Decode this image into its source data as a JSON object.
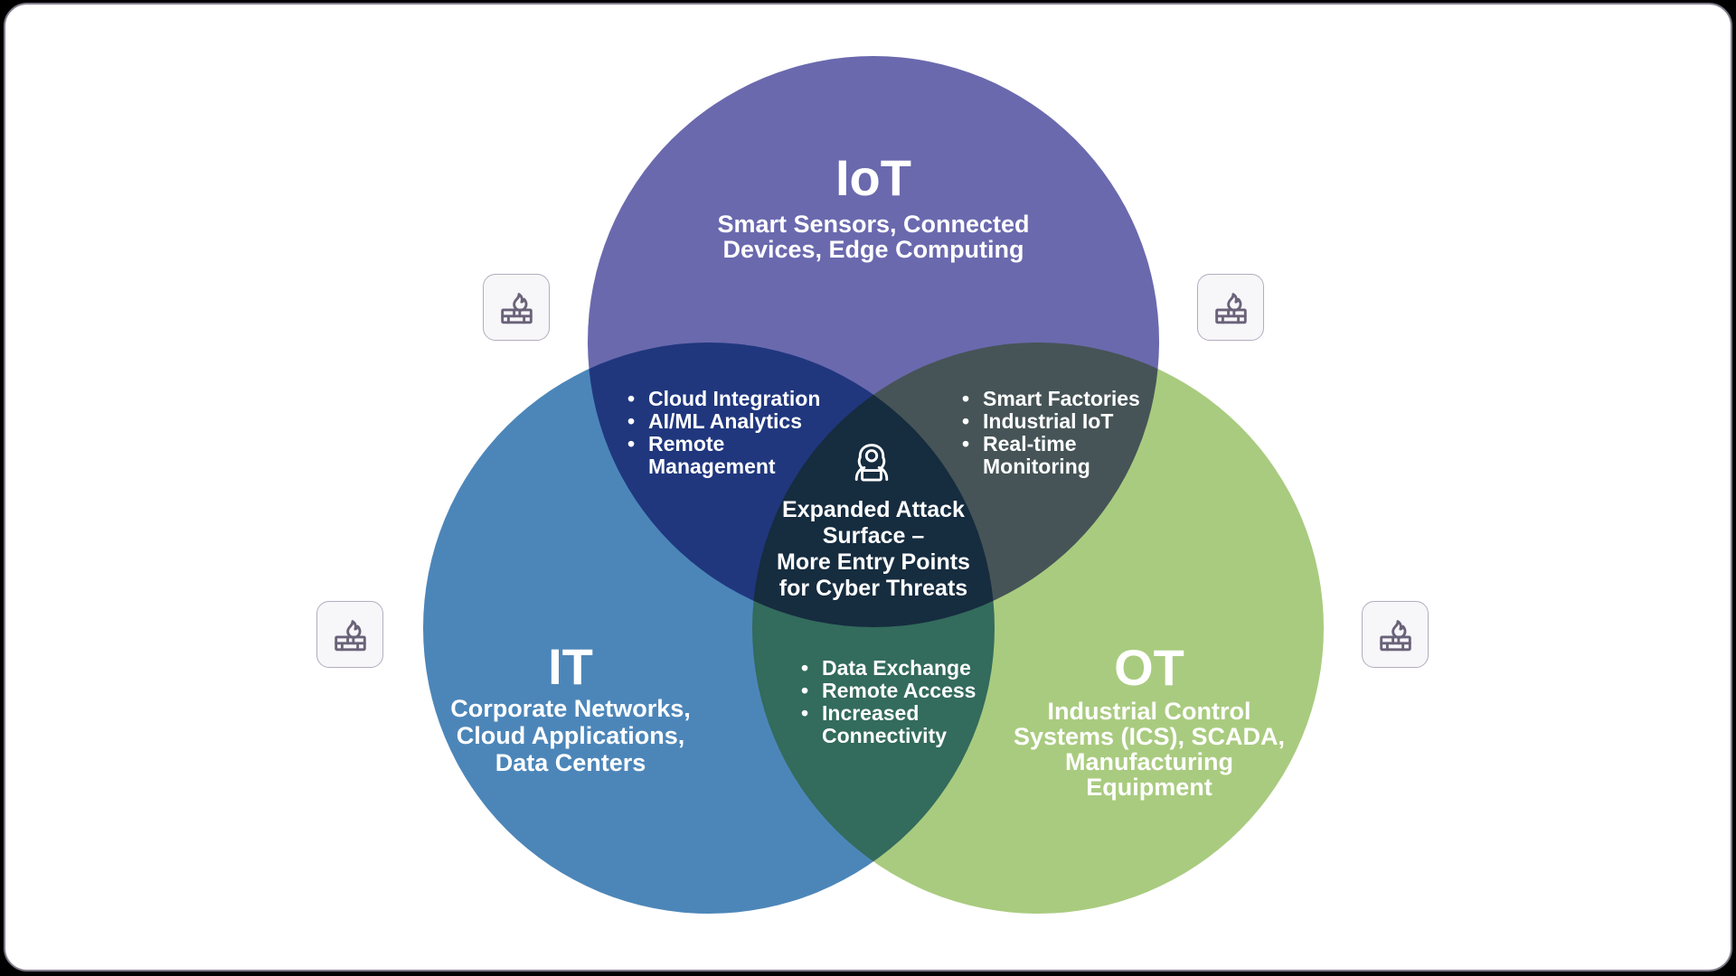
{
  "diagram": {
    "type": "venn",
    "colors": {
      "page_background": "#000000",
      "card_background": "#ffffff",
      "card_border": "#827c8c",
      "iot_circle": "#6a69ae",
      "it_circle": "#4c86b9",
      "ot_circle": "#a9cb7f",
      "overlap_iot_it": "#20377d",
      "overlap_iot_ot": "#4d5b58",
      "overlap_it_ot": "#326b5c",
      "center_overlap": "#152c3e",
      "text_on_circles": "#ffffff",
      "firewall_glyph": "#6a6279",
      "firewall_badge_background": "#f7f6f8",
      "firewall_badge_border": "#b3acbe"
    },
    "list_bullet": "•",
    "circles": {
      "iot": {
        "title": "IoT",
        "subtitle": "Smart Sensors, Connected\nDevices, Edge Computing"
      },
      "it": {
        "title": "IT",
        "subtitle": "Corporate Networks,\nCloud Applications,\nData Centers"
      },
      "ot": {
        "title": "OT",
        "subtitle": "Industrial Control\nSystems (ICS), SCADA,\nManufacturing\nEquipment"
      }
    },
    "overlaps": {
      "iot_it": {
        "items": [
          "Cloud Integration",
          "AI/ML Analytics",
          "Remote\nManagement"
        ]
      },
      "iot_ot": {
        "items": [
          "Smart Factories",
          "Industrial IoT",
          "Real-time\nMonitoring"
        ]
      },
      "it_ot": {
        "items": [
          "Data Exchange",
          "Remote Access",
          "Increased\nConnectivity"
        ]
      },
      "center": {
        "icon": "hacker-icon",
        "text": "Expanded Attack\nSurface –\nMore Entry Points\nfor Cyber Threats"
      }
    },
    "badges": {
      "icon": "firewall-icon",
      "count": 4
    }
  }
}
